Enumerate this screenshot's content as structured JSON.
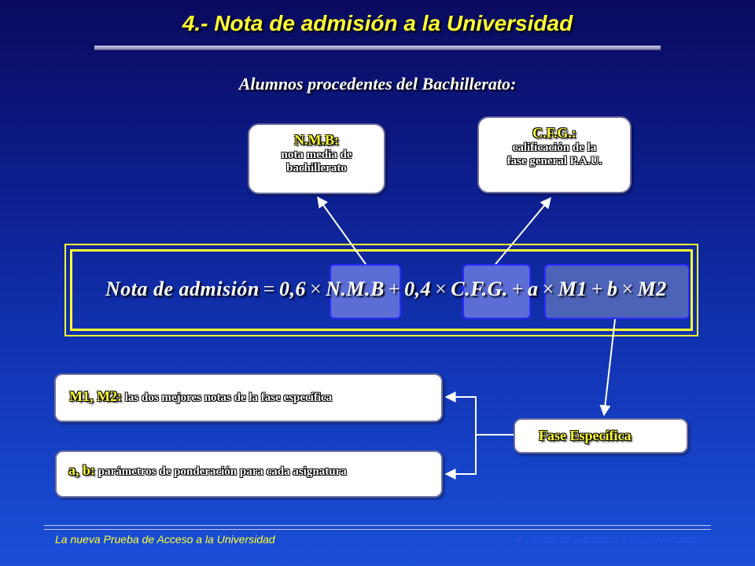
{
  "slide": {
    "title": "4.-  Nota de admisión a la Universidad",
    "subtitle": "Alumnos procedentes del Bachillerato:"
  },
  "callouts": {
    "nmb": {
      "heading": "N.M.B:",
      "line1": "nota media de",
      "line2": "bachillerato"
    },
    "cfg": {
      "heading": "C.F.G.:",
      "line1": "calificación de la",
      "line2": "fase general P.A.U."
    }
  },
  "formula": {
    "lhs": "Nota de admisión",
    "equals": "=",
    "coef1": "0,6",
    "times1": "×",
    "term1": "N.M.B",
    "plus1": "+",
    "coef2": "0,4",
    "times2": "×",
    "term2": "C.F.G.",
    "plus2": "+",
    "term3a": "a",
    "times3": "×",
    "term3b": "M1",
    "plus3": "+",
    "term4a": "b",
    "times4": "×",
    "term4b": "M2"
  },
  "info": {
    "m": {
      "heading": "M1, M2:",
      "text": " las dos mejores notas de la fase específica"
    },
    "ab": {
      "heading": "a, b:",
      "text": " parámetros de ponderación para cada asignatura"
    },
    "fase": {
      "label": "Fase Específica"
    }
  },
  "footer": {
    "left": "La nueva Prueba de Acceso a la Universidad",
    "right": "4.- Nota de admisión a la Universidad"
  },
  "colors": {
    "accent": "#ffff33",
    "background_top": "#0a0a5e",
    "background_bottom": "#1a4fd8",
    "highlight": "#5c6ed6",
    "connector": "#ffffff"
  }
}
